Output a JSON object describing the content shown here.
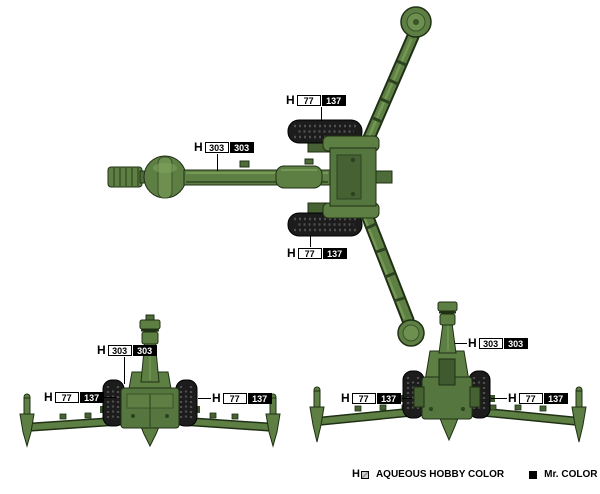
{
  "page": {
    "background": "#ffffff"
  },
  "colors": {
    "gun_green": "#5d7f44",
    "gun_green_light": "#7fa35c",
    "gun_green_dark": "#3a5328",
    "tire_black": "#1c1c1c",
    "callout_text": "#000000"
  },
  "callouts": [
    {
      "prefix": "H",
      "aqueous": "77",
      "mr": "137",
      "target": "top-view-upper-wheel"
    },
    {
      "prefix": "H",
      "aqueous": "303",
      "mr": "303",
      "target": "top-view-barrel"
    },
    {
      "prefix": "H",
      "aqueous": "77",
      "mr": "137",
      "target": "top-view-lower-wheel"
    },
    {
      "prefix": "H",
      "aqueous": "303",
      "mr": "303",
      "target": "front-view-barrel"
    },
    {
      "prefix": "H",
      "aqueous": "77",
      "mr": "137",
      "target": "front-view-left-wheel"
    },
    {
      "prefix": "H",
      "aqueous": "77",
      "mr": "137",
      "target": "front-view-right-wheel"
    },
    {
      "prefix": "H",
      "aqueous": "303",
      "mr": "303",
      "target": "rear-view-barrel"
    },
    {
      "prefix": "H",
      "aqueous": "77",
      "mr": "137",
      "target": "rear-view-left-wheel"
    },
    {
      "prefix": "H",
      "aqueous": "77",
      "mr": "137",
      "target": "rear-view-right-wheel"
    }
  ],
  "legend": {
    "prefix": "H",
    "aqueous_label": "AQUEOUS HOBBY COLOR",
    "mr_label": "Mr. COLOR",
    "icons": {
      "aqueous_swatch": "outlined-box",
      "mr_swatch": "solid-black-box"
    }
  }
}
